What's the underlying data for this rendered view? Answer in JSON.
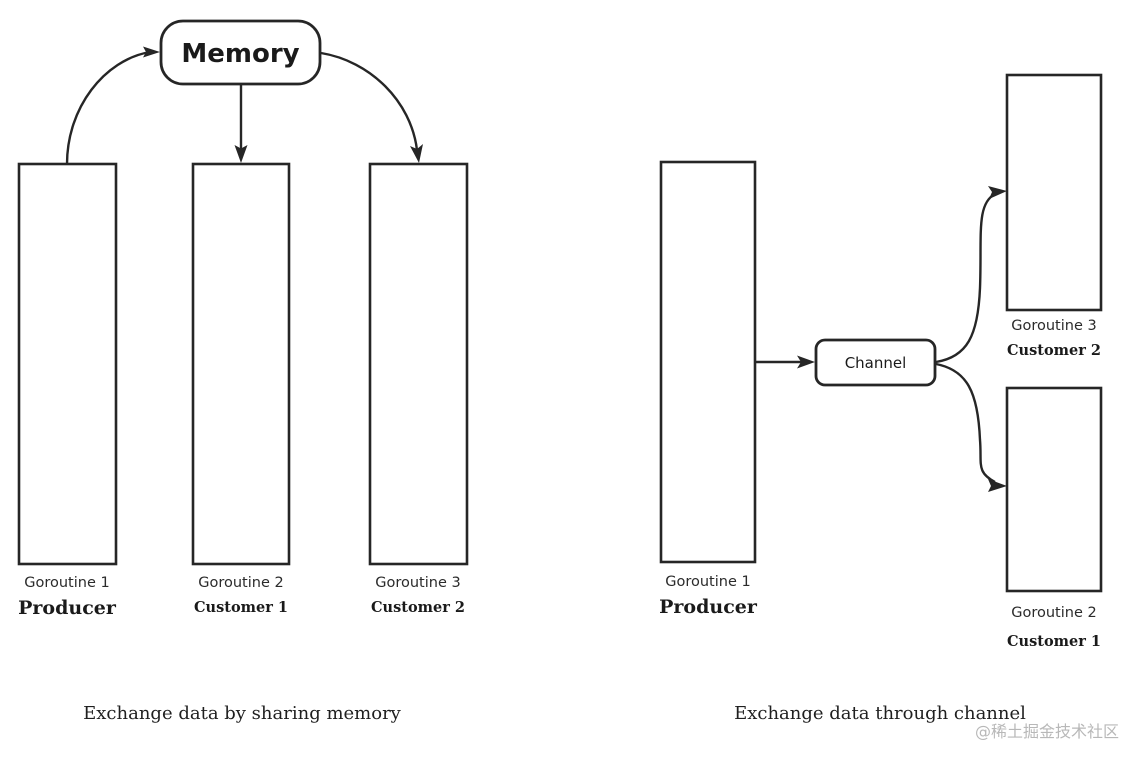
{
  "diagram": {
    "title_left": "Exchange data by sharing memory",
    "title_right": "Exchange data through channel",
    "watermark": "@稀土掘金技术社区",
    "colors": {
      "stroke": "#262626",
      "fill": "#ffffff",
      "text": "#1a1a1a",
      "watermark": "#b8b8b8"
    },
    "left_panel": {
      "hub_label": "Memory",
      "nodes": [
        {
          "id": "left-g1",
          "goroutine": "Goroutine 1",
          "role": "Producer"
        },
        {
          "id": "left-g2",
          "goroutine": "Goroutine 2",
          "role": "Customer 1"
        },
        {
          "id": "left-g3",
          "goroutine": "Goroutine 3",
          "role": "Customer 2"
        }
      ],
      "edges": [
        {
          "from": "left-g1",
          "to": "Memory",
          "direction": "to-hub"
        },
        {
          "from": "Memory",
          "to": "left-g2",
          "direction": "from-hub"
        },
        {
          "from": "Memory",
          "to": "left-g3",
          "direction": "from-hub"
        }
      ]
    },
    "right_panel": {
      "hub_label": "Channel",
      "nodes": [
        {
          "id": "right-g1",
          "goroutine": "Goroutine 1",
          "role": "Producer"
        },
        {
          "id": "right-g3",
          "goroutine": "Goroutine 3",
          "role": "Customer 2"
        },
        {
          "id": "right-g2",
          "goroutine": "Goroutine 2",
          "role": "Customer 1"
        }
      ],
      "edges": [
        {
          "from": "right-g1",
          "to": "Channel",
          "direction": "to-hub"
        },
        {
          "from": "Channel",
          "to": "right-g3",
          "direction": "from-hub"
        },
        {
          "from": "Channel",
          "to": "right-g2",
          "direction": "from-hub"
        }
      ]
    }
  }
}
